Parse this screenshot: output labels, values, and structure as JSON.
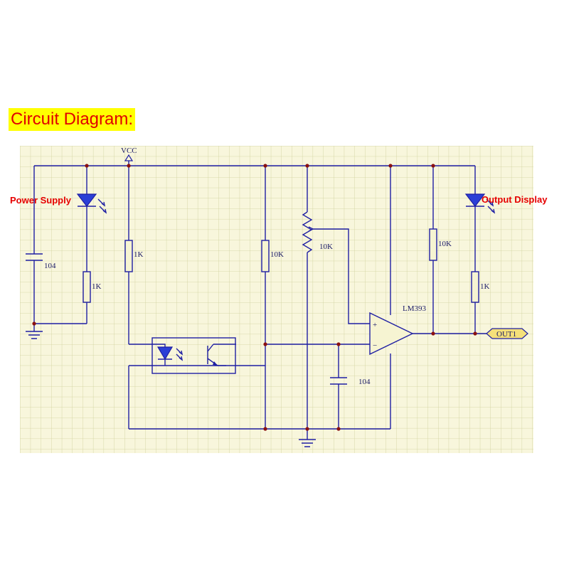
{
  "page": {
    "heading": "Circuit Diagram:"
  },
  "schematic": {
    "colors": {
      "wire": "#1f1fa3",
      "grid_line": "#cfd09a",
      "grid_bg": "#f8f6dc",
      "junction": "#8b1010",
      "callout": "#e60000",
      "net_flag": "#f5e07a"
    },
    "supply_label": "VCC",
    "callouts": {
      "left": "Power Supply",
      "right": "Output Display"
    },
    "components": {
      "c_supply": "104",
      "r_power_led": "1K",
      "r_emitter": "1K",
      "r_pullup_mid": "10K",
      "pot": "10K",
      "c_filter": "104",
      "ic": "LM393",
      "r_pullup_out": "10K",
      "r_out_led": "1K"
    },
    "comparator_pins": {
      "plus": "+",
      "minus": "−"
    },
    "net_flag": "OUT1"
  }
}
